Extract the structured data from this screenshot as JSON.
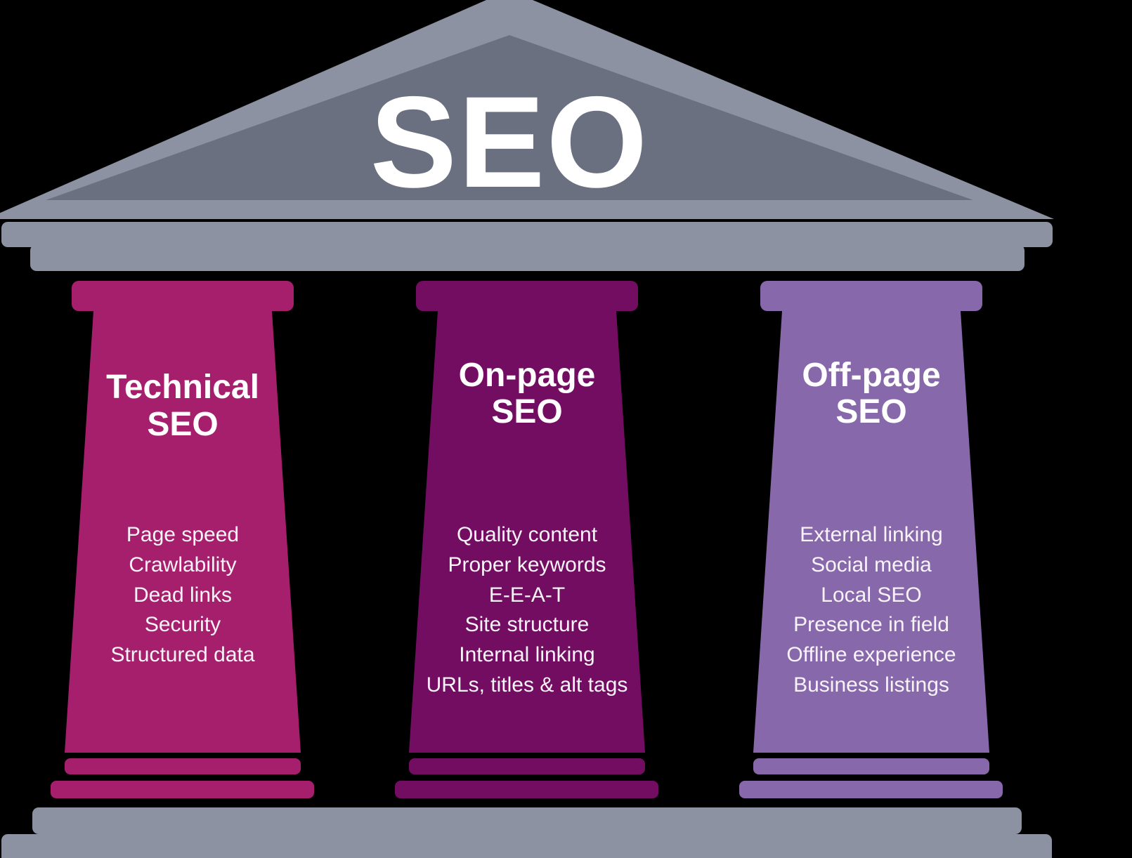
{
  "background_color": "#000000",
  "colors": {
    "stone_dark": "#6A7080",
    "stone_light": "#8C92A1",
    "text": "#FFFFFF"
  },
  "pediment": {
    "title": "SEO"
  },
  "pillars": [
    {
      "name": "Technical SEO",
      "color": "#A51F6C",
      "heading": [
        "Technical",
        "SEO"
      ],
      "items": [
        "Page speed",
        "Crawlability",
        "Dead links",
        "Security",
        "Structured data"
      ]
    },
    {
      "name": "On-page SEO",
      "color": "#720D61",
      "heading": [
        "On-page",
        "SEO"
      ],
      "items": [
        "Quality content",
        "Proper keywords",
        "E-E-A-T",
        "Site structure",
        "Internal linking",
        "URLs, titles & alt tags"
      ]
    },
    {
      "name": "Off-page SEO",
      "color": "#8768AA",
      "heading": [
        "Off-page",
        "SEO"
      ],
      "items": [
        "External linking",
        "Social media",
        "Local SEO",
        "Presence in field",
        "Offline experience",
        "Business listings"
      ]
    }
  ]
}
